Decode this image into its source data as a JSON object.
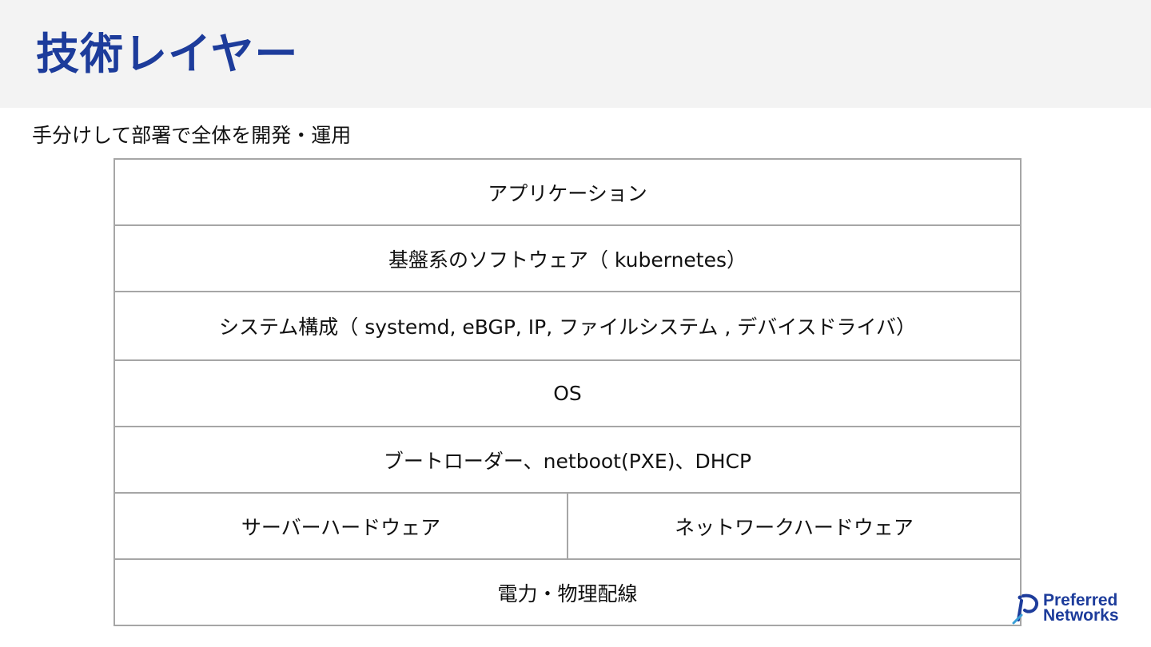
{
  "header": {
    "title": "技術レイヤー"
  },
  "subtitle": "手分けして部署で全体を開発・運用",
  "layers": [
    {
      "label": "アプリケーション"
    },
    {
      "label": "基盤系のソフトウェア（ kubernetes）"
    },
    {
      "label": "システム構成（ systemd, eBGP, IP, ファイルシステム , デバイスドライバ）"
    },
    {
      "label": "OS"
    },
    {
      "label": "ブートローダー、netboot(PXE)、DHCP"
    },
    {
      "left": "サーバーハードウェア",
      "right": "ネットワークハードウェア"
    },
    {
      "label": "電力・物理配線"
    }
  ],
  "logo": {
    "line1": "Preferred",
    "line2": "Networks"
  },
  "colors": {
    "title": "#1d3c9b",
    "header_bg": "#f3f3f3",
    "border": "#a6a6a6"
  }
}
